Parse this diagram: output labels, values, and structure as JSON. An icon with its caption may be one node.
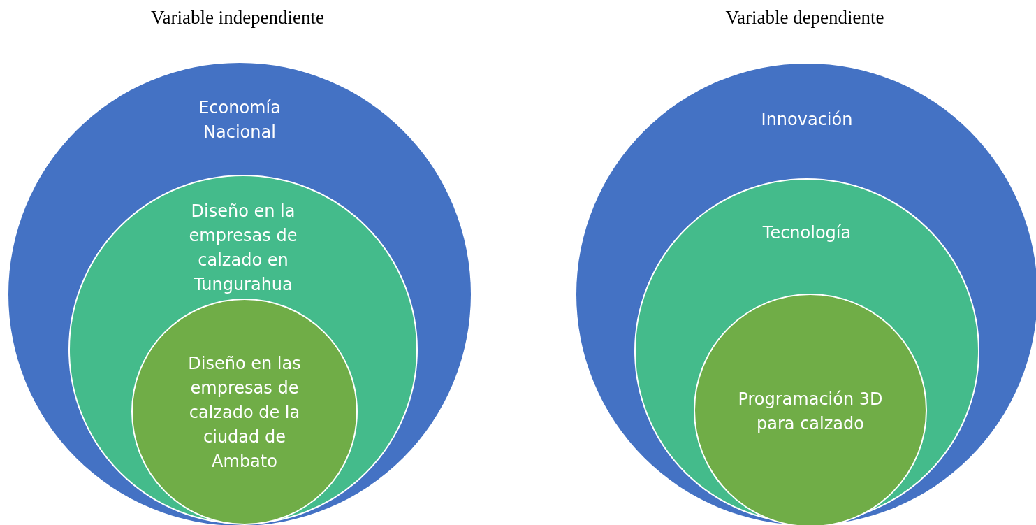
{
  "diagram": {
    "nodes": [
      {
        "text": [
          "Economía Nacional"
        ]
      },
      {
        "text": [
          "Diseño en la empresas de calzado en Tungurahua"
        ],
        "in": 0
      },
      {
        "text": [
          "Diseño en las empresas de calzado de la ciudad de Ambato"
        ],
        "in": 1
      },
      {
        "text": [
          "Innovación"
        ]
      },
      {
        "text": [
          "Tecnología"
        ],
        "in": 3
      },
      {
        "text": [
          "Programación 3D para calzado"
        ],
        "in": 4
      }
    ],
    "labels": [
      "Variable independiente",
      "Variable dependiente"
    ]
  }
}
